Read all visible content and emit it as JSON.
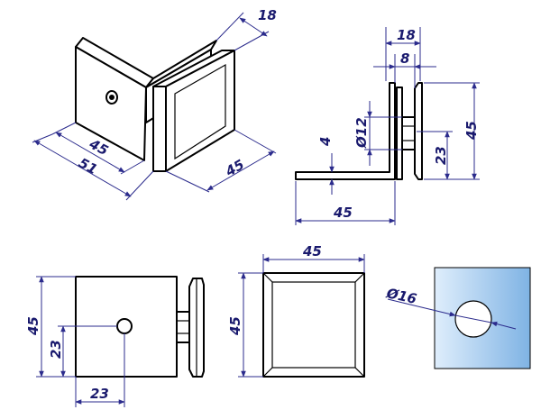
{
  "dimensions": {
    "iso_depth": "18",
    "iso_inner": "45",
    "iso_outer": "51",
    "iso_plate": "45",
    "side_top": "18",
    "side_gap": "8",
    "side_height": "45",
    "side_bolt": "Ø12",
    "side_thick": "4",
    "side_cap": "23",
    "side_base": "45",
    "front_height": "45",
    "front_hole_y": "23",
    "front_hole_x": "23",
    "plate_width": "45",
    "plate_height": "45",
    "glass_hole": "Ø16"
  },
  "colors": {
    "line": "#000000",
    "dimension": "#2b2b8c",
    "glass_light": "#e6f0fb",
    "glass_dark": "#7fb0e0"
  }
}
